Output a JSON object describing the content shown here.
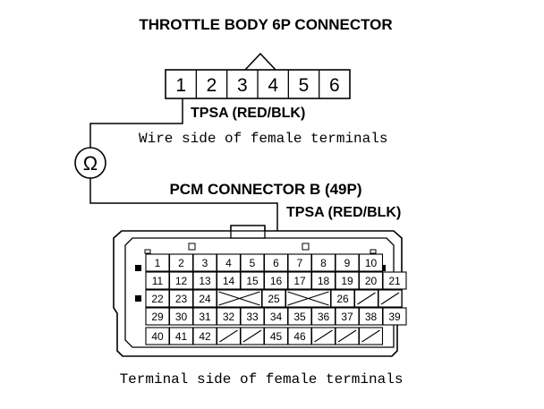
{
  "throttle_title": "THROTTLE BODY 6P CONNECTOR",
  "throttle_terminals": [
    "1",
    "2",
    "3",
    "4",
    "5",
    "6"
  ],
  "tpsa_label_1": "TPSA (RED/BLK)",
  "wire_side_caption": "Wire side of female terminals",
  "ohmmeter_symbol": "Ω",
  "pcm_title": "PCM CONNECTOR B (49P)",
  "tpsa_label_2": "TPSA (RED/BLK)",
  "terminal_side_caption": "Terminal side of female terminals",
  "pcm_rows": [
    [
      "1",
      "2",
      "3",
      "4",
      "5",
      "6",
      "7",
      "8",
      "9",
      "10"
    ],
    [
      "11",
      "12",
      "13",
      "14",
      "15",
      "16",
      "17",
      "18",
      "19",
      "20",
      "21"
    ],
    [
      "22",
      "23",
      "24",
      "X",
      "25",
      "X",
      "26",
      "/",
      "/"
    ],
    [
      "29",
      "30",
      "31",
      "32",
      "33",
      "34",
      "35",
      "36",
      "37",
      "38",
      "39"
    ],
    [
      "40",
      "41",
      "42",
      "/",
      "/",
      "45",
      "46",
      "/",
      "/",
      "/"
    ]
  ]
}
